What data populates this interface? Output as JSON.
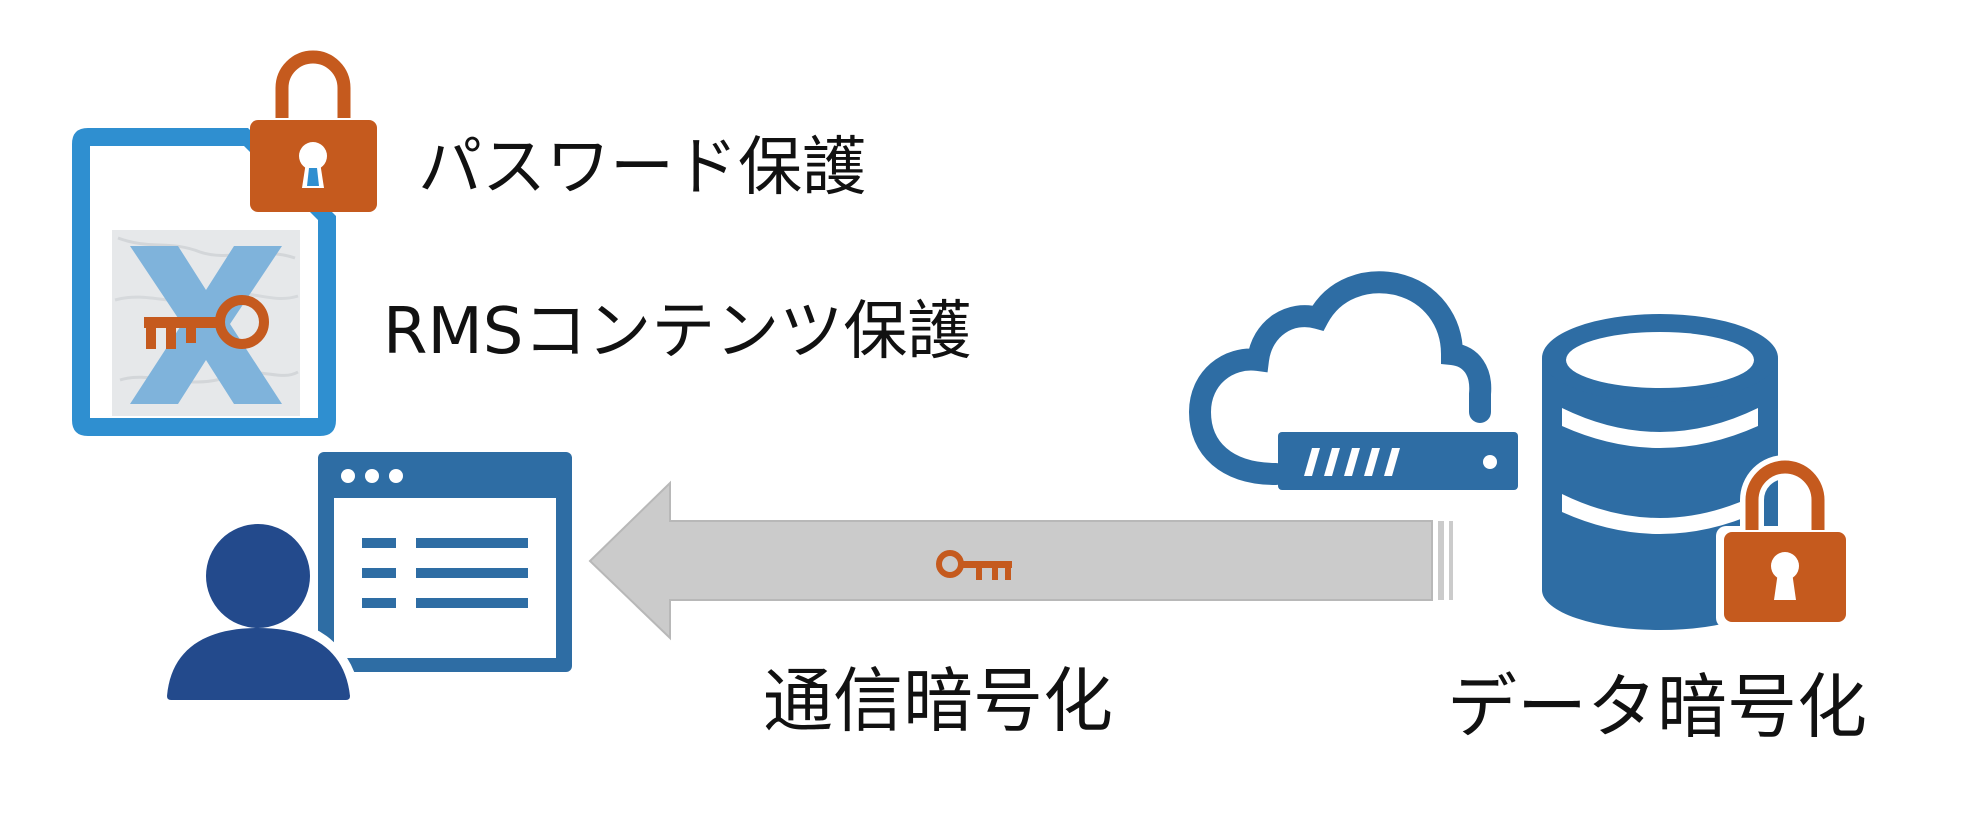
{
  "labels": {
    "password_protection": "パスワード保護",
    "rms_protection": "RMSコンテンツ保護",
    "communication_encryption": "通信暗号化",
    "data_encryption": "データ暗号化"
  },
  "icons": {
    "document": "protected-document-icon",
    "padlock": "padlock-icon",
    "key": "key-icon",
    "user": "user-icon",
    "browser": "browser-window-icon",
    "arrow": "left-arrow-icon",
    "cloud": "cloud-icon",
    "server": "server-icon",
    "database": "database-icon"
  },
  "colors": {
    "lock_orange": "#C55A1E",
    "doc_blue": "#2F8FD0",
    "icon_blue": "#2E6DA4",
    "user_navy": "#234A8C",
    "arrow_gray": "#CBCBCB"
  }
}
